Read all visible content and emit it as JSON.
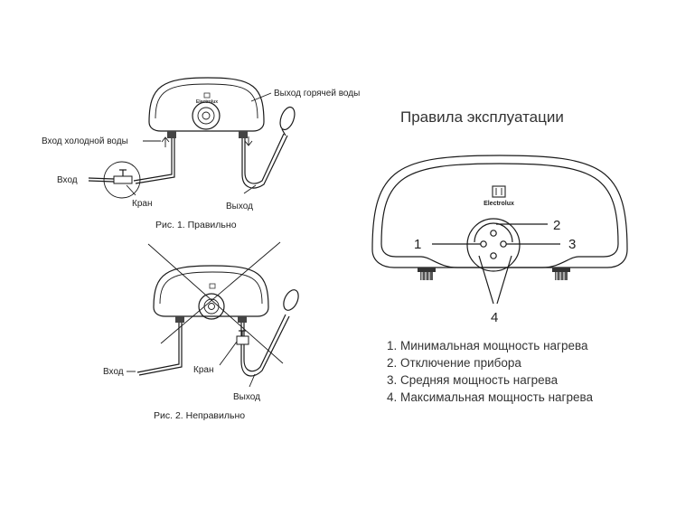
{
  "title": "Правила эксплуатации",
  "fig1": {
    "hot_outlet": "Выход горячей воды",
    "cold_inlet": "Вход холодной воды",
    "inlet": "Вход",
    "valve": "Кран",
    "outlet": "Выход",
    "caption": "Рис. 1. Правильно",
    "brand": "Electrolux"
  },
  "fig2": {
    "inlet": "Вход",
    "valve": "Кран",
    "outlet": "Выход",
    "caption": "Рис. 2. Неправильно"
  },
  "big": {
    "brand": "Electrolux",
    "callout_1": "1",
    "callout_2": "2",
    "callout_3": "3",
    "callout_4": "4"
  },
  "legend": [
    "1. Минимальная мощность нагрева",
    "2. Отключение прибора",
    "3. Средняя мощность нагрева",
    "4. Максимальная мощность нагрева"
  ]
}
